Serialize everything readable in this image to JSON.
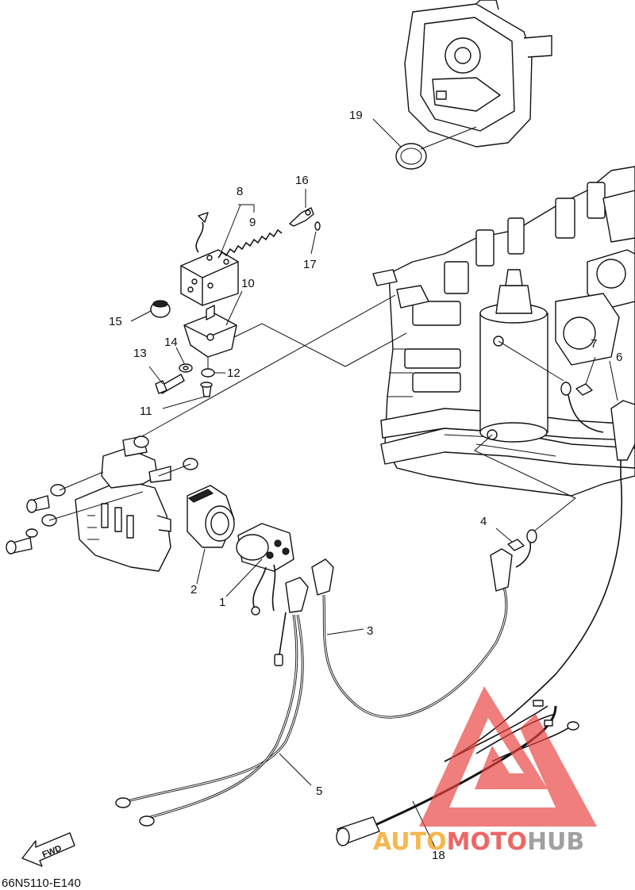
{
  "callouts": {
    "p1": "1",
    "p2": "2",
    "p3": "3",
    "p4": "4",
    "p5": "5",
    "p6": "6",
    "p7": "7",
    "p8": "8",
    "p9": "9",
    "p10": "10",
    "p11": "11",
    "p12": "12",
    "p13": "13",
    "p14": "14",
    "p15": "15",
    "p16": "16",
    "p17": "17",
    "p18": "18",
    "p19": "19"
  },
  "fwd_label": "FWD",
  "diagram_code": "66N5110-E140",
  "watermark": {
    "part1": "AUTO",
    "part2": "MOTO",
    "part3": "HUB",
    "color_orange": "#f5a623",
    "color_red": "#e8423f",
    "color_gray": "#8a8a8a"
  }
}
